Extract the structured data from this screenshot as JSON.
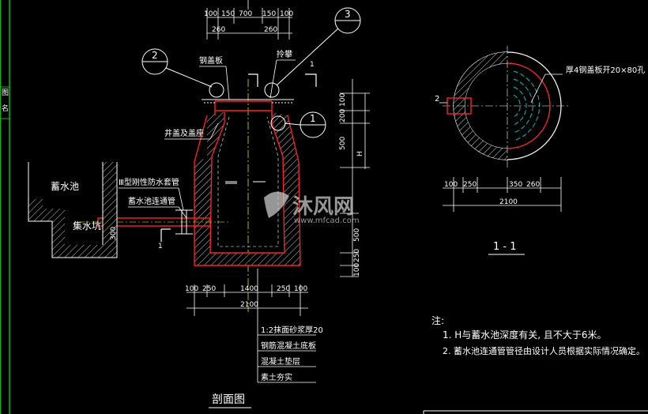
{
  "colors": {
    "background": "#000000",
    "wall_outline": "#ff2020",
    "pipe": "#ff2020",
    "dimension": "#ffffff",
    "centerline": "#ffff00",
    "frame": "#00c000",
    "detail_circle": "#ffffff",
    "hole_pattern": "#00c0c0",
    "watermark": "#c8c8c8"
  },
  "left_frame": {
    "glyph_a": "图",
    "glyph_b": "名"
  },
  "section": {
    "title": "剖面图",
    "labels": {
      "steel_cover": "钢盖板",
      "ladder": "拎攀",
      "well_cover": "井盖及盖座",
      "waterproof_casing": "Ⅲ型刚性防水套管",
      "connecting_pipe": "蓄水池连通管",
      "reservoir": "蓄水池",
      "sump": "集水坑",
      "section_mark_top": "1",
      "section_mark_bottom": "1"
    },
    "callouts": [
      {
        "id": "c1",
        "number": "1"
      },
      {
        "id": "c2",
        "number": "2"
      },
      {
        "id": "c3",
        "number": "3"
      }
    ],
    "top_dims": [
      "100",
      "150",
      "700",
      "150",
      "100"
    ],
    "top_dims_sub": [
      "260",
      "260"
    ],
    "right_dims": [
      "100",
      "200",
      "500",
      "H",
      "500",
      "250",
      "100"
    ],
    "bottom_dims": [
      "100",
      "250",
      "1400",
      "250",
      "100"
    ],
    "bottom_total": "2100",
    "pipe_dim": "300",
    "layers": [
      "1:2抹面砂浆厚20",
      "钢筋混凝土底板",
      "混凝土垫层",
      "素土夯实"
    ]
  },
  "plan": {
    "title": "1 - 1",
    "label_steel_plate": "厚4钢盖板开20×80孔",
    "pipe_mark": "2",
    "dims": [
      "100",
      "250",
      "350",
      "260"
    ],
    "total": "2100"
  },
  "notes": {
    "heading": "注:",
    "items": [
      "1. H与蓄水池深度有关, 且不大于6米。",
      "2. 蓄水池连通管管径由设计人员根据实际情况确定。"
    ]
  },
  "watermark": {
    "brand": "沐风网",
    "url": "www.mfcad.com"
  }
}
